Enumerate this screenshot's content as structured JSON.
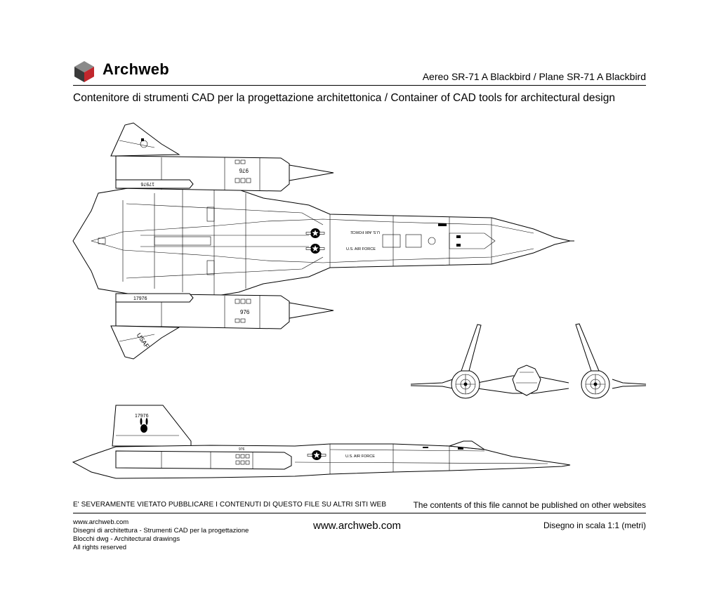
{
  "header": {
    "brand": "Archweb",
    "title": "Aereo SR-71 A  Blackbird  /  Plane SR-71 A Blackbird",
    "subtitle": "Contenitore di strumenti CAD per la progettazione architettonica  /  Container of CAD tools for architectural design"
  },
  "drawing": {
    "markings": {
      "serial_full": "17976",
      "serial_short": "976",
      "air_force": "U.S. AIR FORCE",
      "usaf": "USAF"
    }
  },
  "footer": {
    "warning_it": "E' SEVERAMENTE VIETATO PUBBLICARE I CONTENUTI DI QUESTO FILE SU ALTRI SITI WEB",
    "warning_en": "The contents of this file cannot be published on other websites",
    "left_lines": [
      "www.archweb.com",
      "Disegni di architettura - Strumenti CAD  per la progettazione",
      "Blocchi dwg - Architectural drawings",
      "All rights reserved"
    ],
    "center": "www.archweb.com",
    "scale": "Disegno in scala 1:1 (metri)"
  },
  "colors": {
    "logo_red": "#c1272d",
    "logo_dark": "#3a3a3a",
    "logo_mid": "#8a8a8a",
    "line": "#000000"
  }
}
